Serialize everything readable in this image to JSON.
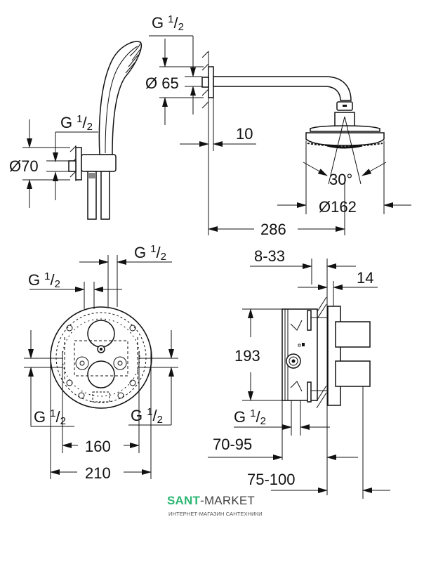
{
  "figure": {
    "type": "technical dimension drawing",
    "product": "thermostatic shower set (hand shower, head shower, concealed mixer)"
  },
  "hand_shower": {
    "thread_label": "G 1/2",
    "thread_main": "G",
    "thread_num": "1",
    "thread_den": "2",
    "diameter_label": "Ø70"
  },
  "head_shower": {
    "thread_main": "G",
    "thread_num": "1",
    "thread_den": "2",
    "flange_diameter_label": "Ø 65",
    "wall_gap_label": "10",
    "spray_angle_label": "30°",
    "head_diameter_label": "Ø162",
    "projection_label": "286"
  },
  "mixer_front": {
    "top_thread_right": {
      "main": "G",
      "num": "1",
      "den": "2"
    },
    "top_thread_left": {
      "main": "G",
      "num": "1",
      "den": "2"
    },
    "side_thread_left": {
      "main": "G",
      "num": "1",
      "den": "2"
    },
    "side_thread_right": {
      "main": "G",
      "num": "1",
      "den": "2"
    },
    "inner_width_label": "160",
    "outer_width_label": "210"
  },
  "mixer_side": {
    "installation_depth_label": "8-33",
    "plate_label": "14",
    "height_label": "193",
    "thread": {
      "main": "G",
      "num": "1",
      "den": "2"
    },
    "depth1_label": "70-95",
    "depth2_label": "75-100"
  },
  "watermark": {
    "brand_bold": "SANT",
    "brand_rest": "-MARKET",
    "tagline": "ИНТЕРНЕТ-МАГАЗИН САНТЕХНИКИ",
    "brand_color": "#2bb673"
  }
}
